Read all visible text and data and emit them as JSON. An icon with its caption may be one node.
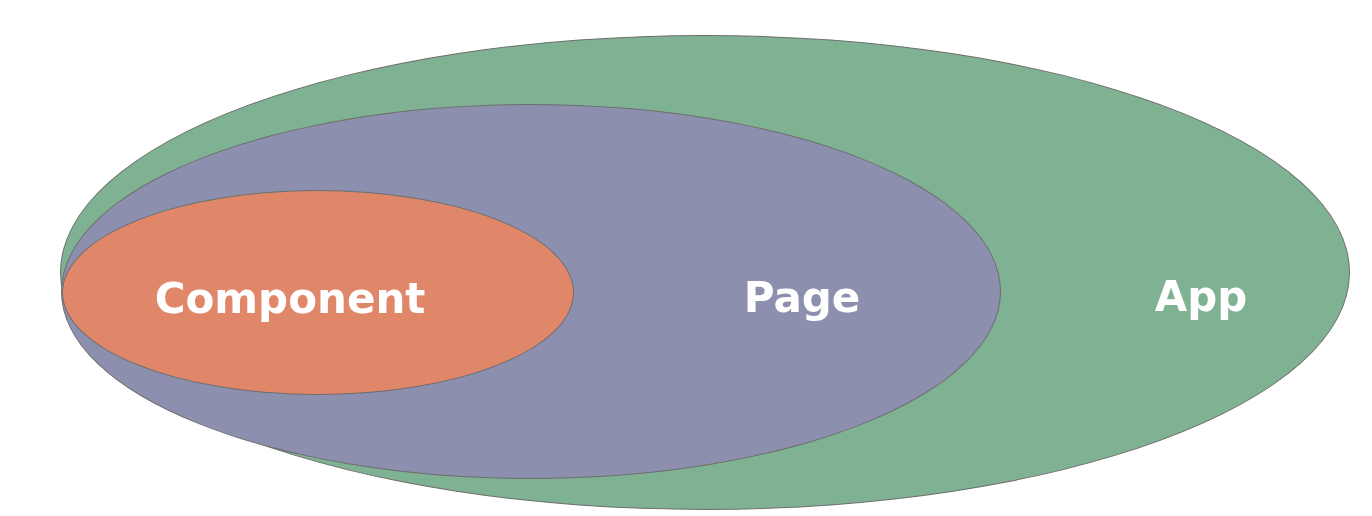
{
  "diagram": {
    "nodes": [
      {
        "text": [
          "App"
        ]
      },
      {
        "text": [
          "Page"
        ],
        "in": 0
      },
      {
        "text": [
          "Component"
        ],
        "in": 1
      }
    ]
  }
}
